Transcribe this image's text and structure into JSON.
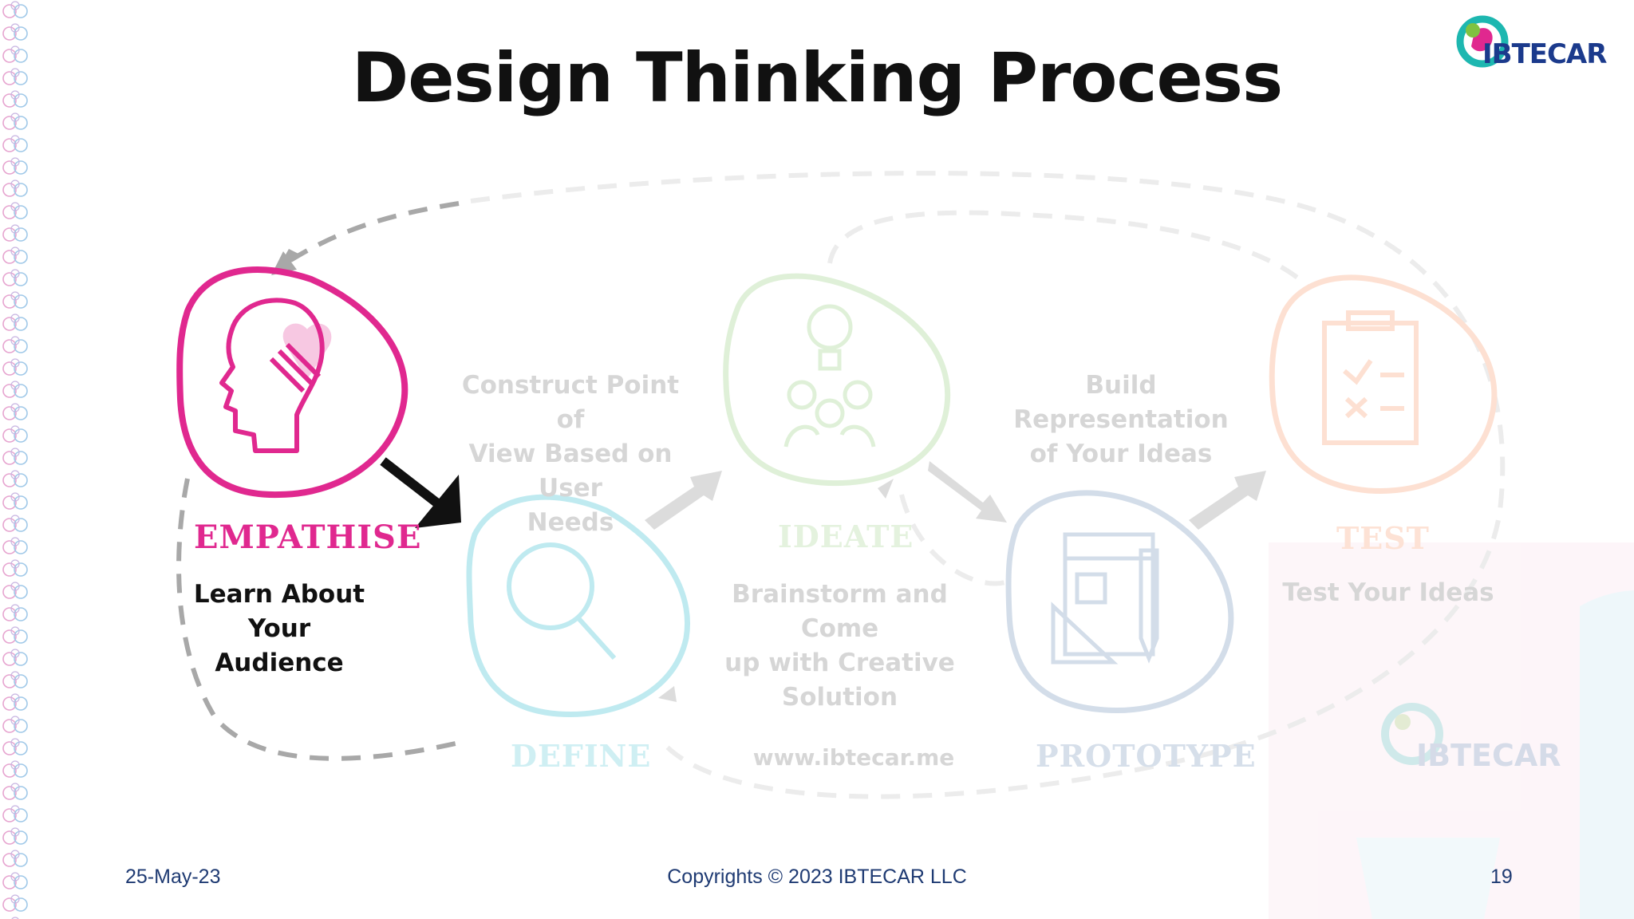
{
  "title": "Design Thinking Process",
  "logo": {
    "text": "IBTECAR",
    "watermark_text": "IBTECAR"
  },
  "stages": [
    {
      "name": "Empathise",
      "caption": [
        "Learn About",
        "Your Audience"
      ],
      "color": "#e0288f",
      "icon": "head-heart-icon",
      "active": true
    },
    {
      "name": "Define",
      "caption": [
        "Construct Point of",
        "View Based on User",
        "Needs"
      ],
      "color": "#bfeaf0",
      "icon": "magnifier-icon",
      "active": false
    },
    {
      "name": "Ideate",
      "caption": [
        "Brainstorm and Come",
        "up with Creative",
        "Solution"
      ],
      "color": "#dff0d8",
      "icon": "lightbulb-team-icon",
      "active": false
    },
    {
      "name": "Prototype",
      "caption": [
        "Build Representation",
        "of Your Ideas"
      ],
      "color": "#d3dde9",
      "icon": "blueprint-tools-icon",
      "active": false
    },
    {
      "name": "Test",
      "caption": [
        "Test Your Ideas"
      ],
      "color": "#fde0d2",
      "icon": "clipboard-checklist-icon",
      "active": false
    }
  ],
  "website": "www.ibtecar.me",
  "footer": {
    "date": "25-May-23",
    "copyright": "Copyrights © 2023 IBTECAR LLC",
    "page": "19"
  },
  "colors": {
    "accent": "#e0288f",
    "footer_text": "#1f3b73",
    "logo_blue": "#1b3a8c"
  }
}
